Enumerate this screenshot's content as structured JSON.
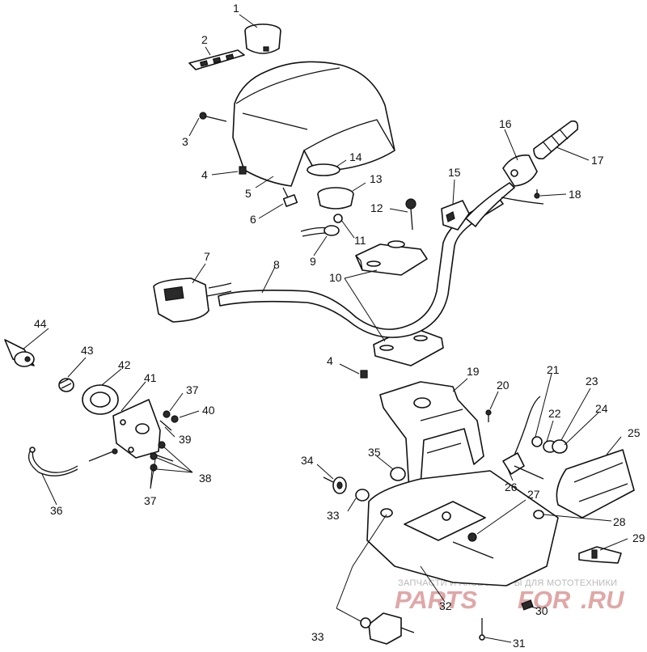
{
  "callouts": [
    "1",
    "2",
    "3",
    "4",
    "5",
    "6",
    "7",
    "8",
    "9",
    "10",
    "11",
    "12",
    "13",
    "14",
    "15",
    "16",
    "17",
    "18",
    "19",
    "20",
    "21",
    "22",
    "23",
    "24",
    "25",
    "26",
    "27",
    "28",
    "29",
    "30",
    "31",
    "32",
    "33",
    "34",
    "35",
    "36",
    "37",
    "38",
    "39",
    "40",
    "41",
    "42",
    "43",
    "44"
  ],
  "callouts_repeated": {
    "4": "4",
    "33": "33",
    "37": "37",
    "38": "38"
  },
  "watermark": {
    "tagline": "ЗАПЧАСТИ И АКСЕССУАРЫ ДЛЯ МОТОТЕХНИКИ",
    "brand_left": "PARTS",
    "brand_mid": "FOR",
    "brand_right": ".RU"
  }
}
